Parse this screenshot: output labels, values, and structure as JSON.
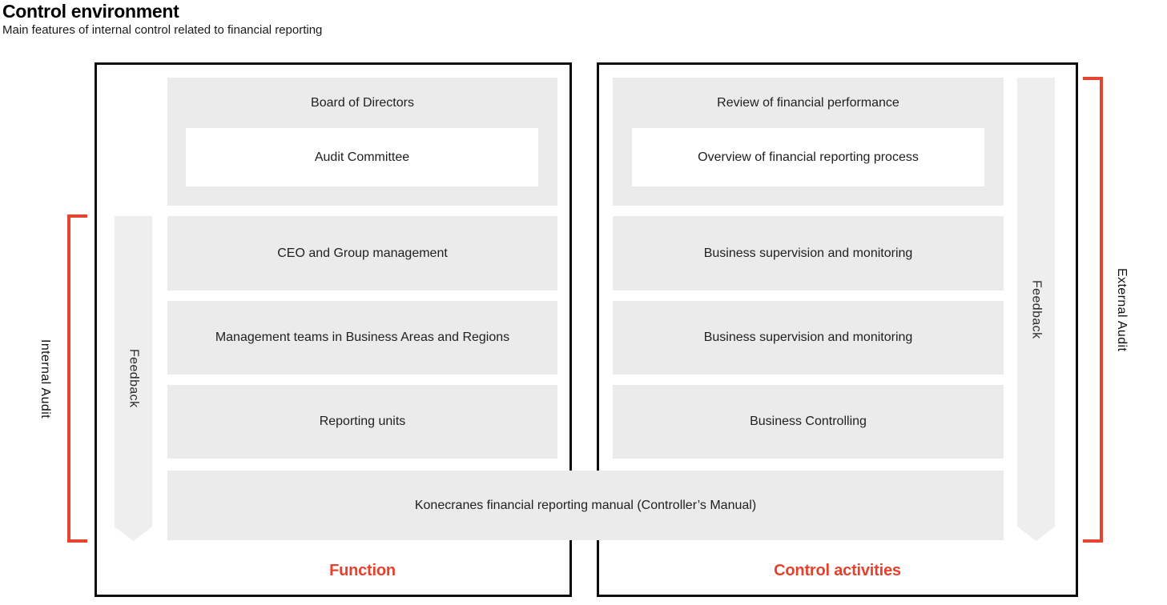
{
  "title": "Control environment",
  "subtitle": "Main features of internal control related to financial reporting",
  "colors": {
    "accent_red": "#e5452f",
    "box_gray": "#ebebeb",
    "arrow_gray": "#eeeeee",
    "border_black": "#0d0d0d",
    "white": "#ffffff"
  },
  "left_panel": {
    "footer_label": "Function",
    "feedback_label": "Feedback",
    "audit_label": "Internal Audit",
    "rows": [
      {
        "label": "Board of Directors",
        "nested_label": "Audit Committee"
      },
      {
        "label": "CEO and Group management"
      },
      {
        "label": "Management teams in Business Areas and Regions"
      },
      {
        "label": "Reporting units"
      }
    ]
  },
  "right_panel": {
    "footer_label": "Control activities",
    "feedback_label": "Feedback",
    "audit_label": "External Audit",
    "rows": [
      {
        "label": "Review of financial performance",
        "nested_label": "Overview of financial reporting process"
      },
      {
        "label": "Business supervision and monitoring"
      },
      {
        "label": "Business supervision and monitoring"
      },
      {
        "label": "Business Controlling"
      }
    ]
  },
  "shared_row": {
    "label": "Konecranes financial reporting manual (Controller’s Manual)"
  }
}
